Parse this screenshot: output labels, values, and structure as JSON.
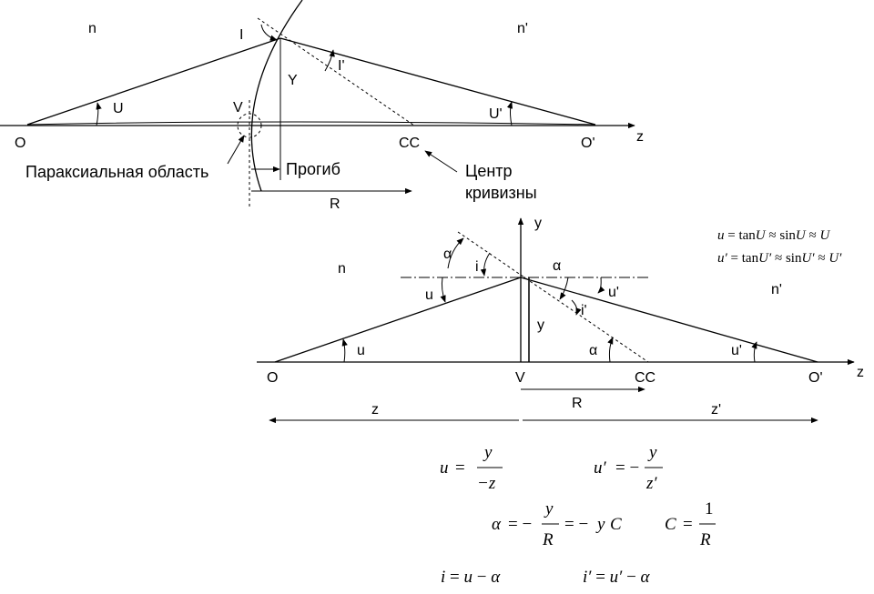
{
  "top": {
    "n": "n",
    "n_prime": "n'",
    "angle_I": "I",
    "angle_I_prime": "I'",
    "height_Y": "Y",
    "angle_U": "U",
    "angle_U_prime": "U'",
    "vertex_V": "V",
    "point_O": "O",
    "point_CC": "CC",
    "point_O_prime": "O'",
    "axis_z": "z",
    "paraxial_region": "Параксиальная область",
    "sag": "Прогиб",
    "center_curvature_line1": "Центр",
    "center_curvature_line2": "кривизны",
    "radius_R": "R"
  },
  "bottom": {
    "n": "n",
    "n_prime": "n'",
    "axis_y": "y",
    "alpha_upper": "α",
    "alpha_right": "α",
    "alpha_lower": "α",
    "angle_i": "i",
    "angle_i_prime": "i'",
    "angle_u_upper": "u",
    "angle_u_prime_upper": "u'",
    "angle_u_lower": "u",
    "angle_u_prime_lower": "u'",
    "height_y": "y",
    "point_O": "O",
    "vertex_V": "V",
    "point_CC": "CC",
    "point_O_prime": "O'",
    "axis_z": "z",
    "radius_R": "R",
    "distance_z": "z",
    "distance_z_prime": "z'"
  },
  "approx": {
    "line1": {
      "lhs": "u",
      "eq1": " = ",
      "tan": "tan",
      "v1": "U",
      "sym1": " ≈ ",
      "sin": "sin",
      "v2": "U",
      "sym2": " ≈ ",
      "v3": "U"
    },
    "line2": {
      "lhs": "u′",
      "eq1": " = ",
      "tan": "tan",
      "v1": "U′",
      "sym1": " ≈ ",
      "sin": "sin",
      "v2": "U′",
      "sym2": " ≈ ",
      "v3": "U′"
    }
  },
  "formulas": {
    "f1": {
      "lhs": "u",
      "eq": "=",
      "num": "y",
      "den": "−z"
    },
    "f2": {
      "lhs": "u′",
      "eq": "= −",
      "num": "y",
      "den": "z′"
    },
    "f3": {
      "lhs": "α",
      "eq": "= −",
      "num": "y",
      "den": "R",
      "rest_eq": "= −",
      "rest_y": "y",
      "rest_C": "C"
    },
    "f4": {
      "lhs": "C",
      "eq": "=",
      "num": "1",
      "den": "R"
    },
    "f5": {
      "lhs": "i",
      "eq": " = ",
      "a": "u",
      "op": " − ",
      "b": "α"
    },
    "f6": {
      "lhs": "i′",
      "eq": " = ",
      "a": "u′",
      "op": " − ",
      "b": "α"
    }
  }
}
